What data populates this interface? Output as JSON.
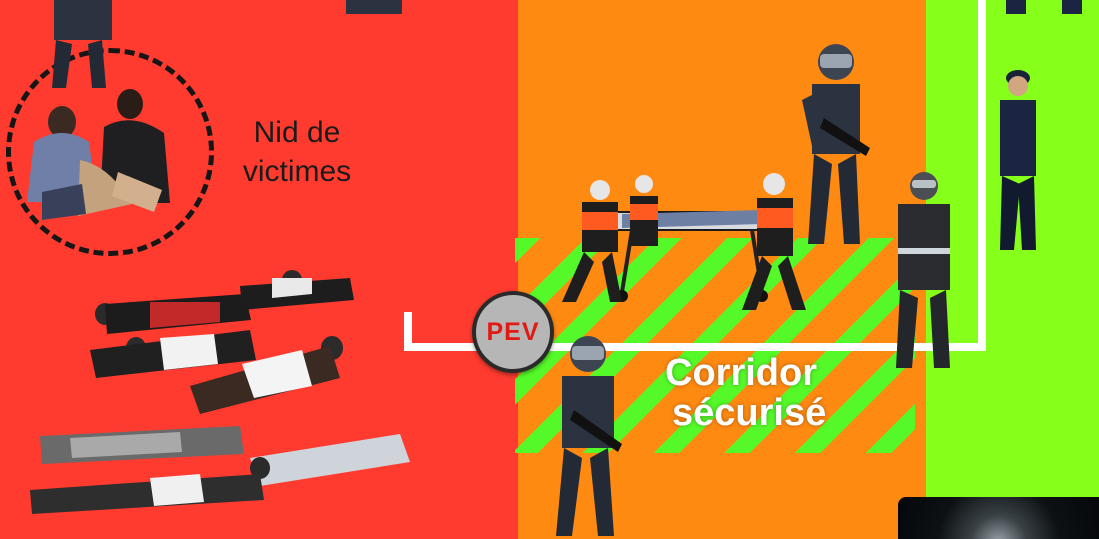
{
  "zones": {
    "red_color": "#ff3b2f",
    "orange_color": "#ff8a12",
    "green_color": "#86ff1b",
    "stripe_color": "#4cff2a"
  },
  "labels": {
    "nest_line1": "Nid de",
    "nest_line2": "victimes",
    "pev": "PEV",
    "corridor_line1": "Corridor",
    "corridor_line2": "sécurisé"
  },
  "icons": {
    "victim_group": "seated-victims-icon",
    "lying_victims": "lying-victims-icon",
    "armed_police": "armed-police-icon",
    "firefighters_stretcher": "stretcher-team-icon",
    "firefighter": "firefighter-icon",
    "officer": "police-officer-icon"
  }
}
